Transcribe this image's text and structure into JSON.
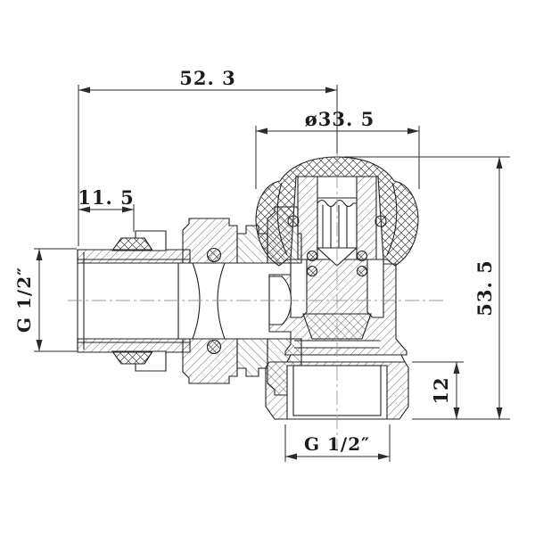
{
  "drawing": {
    "dimensions": {
      "top_width": {
        "label": "52. 3"
      },
      "handle_diameter": {
        "label": "ø33. 5"
      },
      "tail_length": {
        "label": "11. 5"
      },
      "inlet_thread": {
        "label": "G 1/2″"
      },
      "overall_height": {
        "label": "53. 5"
      },
      "outlet_nut_height": {
        "label": "12"
      },
      "outlet_thread": {
        "label": "G 1/2″"
      }
    },
    "colors": {
      "line": "#2b2b2b",
      "hatch": "#3c3c3c",
      "centerline": "#999999",
      "background": "#ffffff"
    }
  }
}
